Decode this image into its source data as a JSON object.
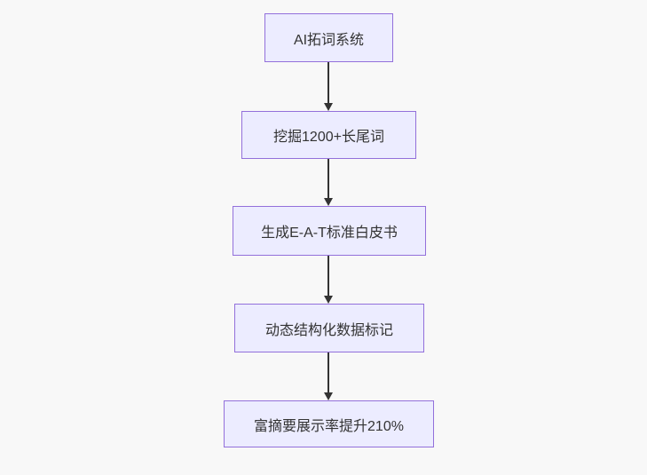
{
  "diagram": {
    "type": "flowchart",
    "direction": "top-down",
    "nodes": [
      {
        "id": "n1",
        "label": "AI拓词系统"
      },
      {
        "id": "n2",
        "label": "挖掘1200+长尾词"
      },
      {
        "id": "n3",
        "label": "生成E-A-T标准白皮书"
      },
      {
        "id": "n4",
        "label": "动态结构化数据标记"
      },
      {
        "id": "n5",
        "label": "富摘要展示率提升210%"
      }
    ],
    "edges": [
      {
        "from": "n1",
        "to": "n2",
        "arrowhead": "triangle-down"
      },
      {
        "from": "n2",
        "to": "n3",
        "arrowhead": "triangle-down"
      },
      {
        "from": "n3",
        "to": "n4",
        "arrowhead": "triangle-down"
      },
      {
        "from": "n4",
        "to": "n5",
        "arrowhead": "triangle-down"
      }
    ],
    "colors": {
      "node_fill": "#ECECFF",
      "node_border": "#9370DB",
      "arrow": "#333333",
      "text": "#333333",
      "background": "#f8f8f8"
    }
  }
}
